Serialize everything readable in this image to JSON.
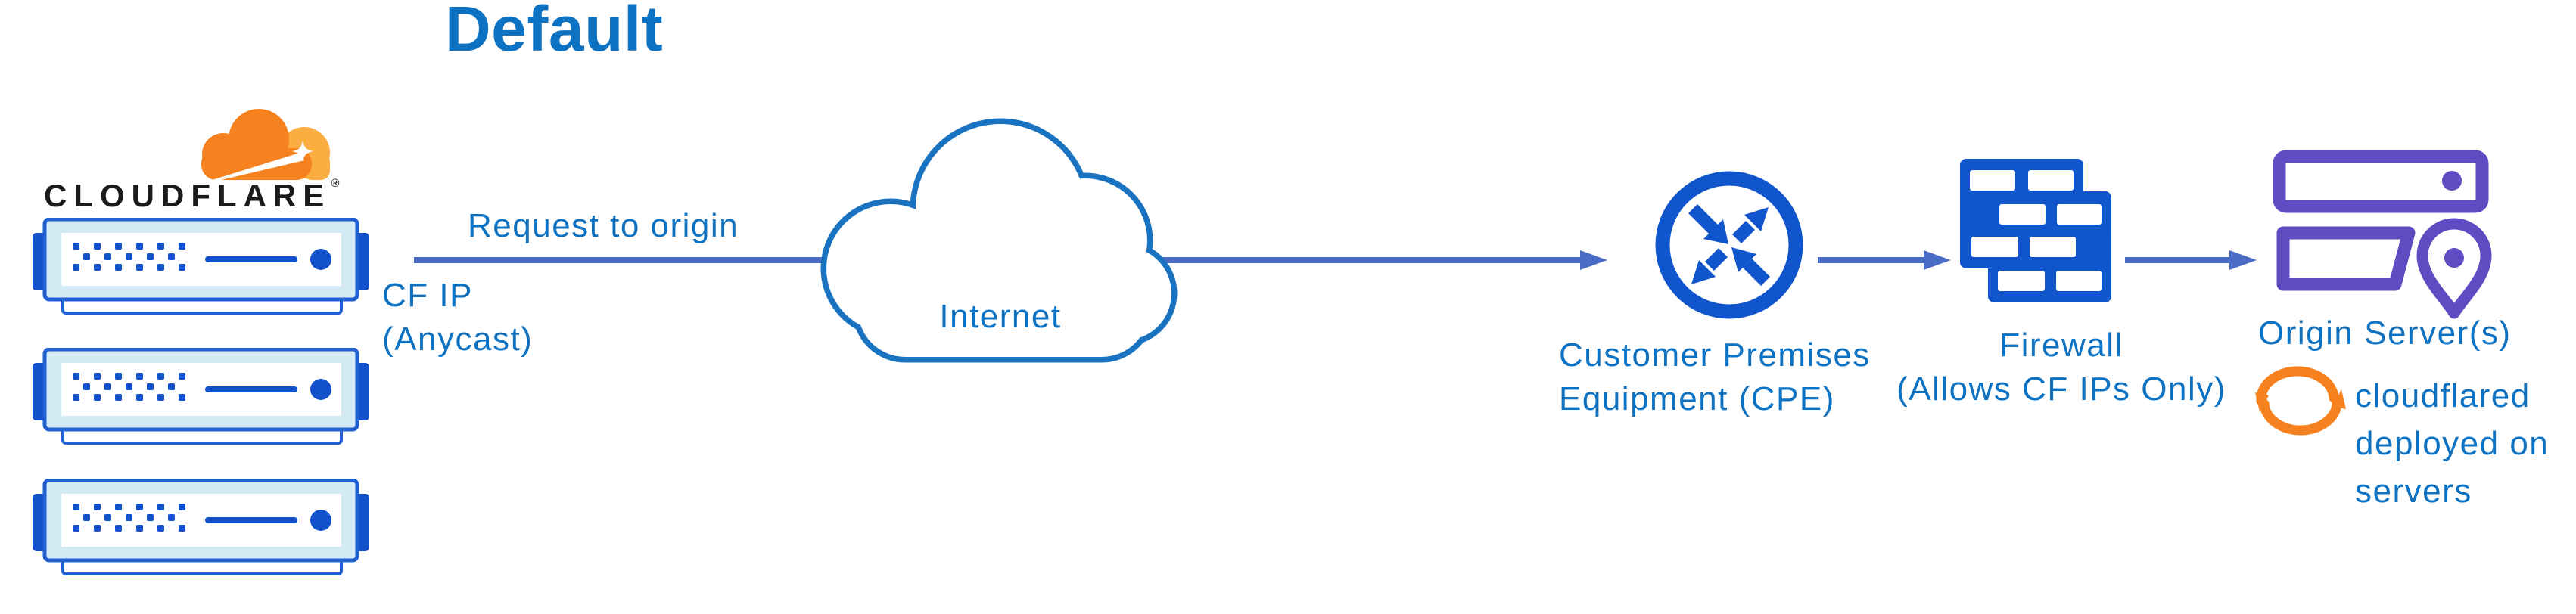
{
  "diagram": {
    "title": "Default",
    "brand": {
      "wordmark": "CLOUDFLARE",
      "registered_mark": "®"
    },
    "flow": {
      "request_label": "Request to origin",
      "cf_ip_label": "CF IP\n(Anycast)",
      "internet_label": "Internet",
      "cpe_label": "Customer Premises\nEquipment (CPE)",
      "firewall_label": "Firewall\n(Allows CF IPs Only)",
      "origin_label": "Origin Server(s)",
      "cloudflared_note": "cloudflared\ndeployed on\nservers"
    },
    "icons": {
      "cloudflare_logo": "cloudflare-cloud-logo",
      "edge_server": "server-unit",
      "internet": "cloud-outline",
      "cpe": "router-circle-arrows",
      "firewall": "brick-wall",
      "origin": "stacked-servers-with-location-pin",
      "cloudflared": "sync-arrows-cycle",
      "connector": "right-arrow"
    },
    "colors": {
      "text_blue": "#0e72c2",
      "connector_blue": "#4a6cc4",
      "icon_blue": "#1155cc",
      "cloud_outline_blue": "#1a73c1",
      "server_border_blue": "#2161d2",
      "server_accent_blue": "#1250cc",
      "server_panel_light": "#d4eaf4",
      "origin_purple": "#5e4cc3",
      "cloudflare_orange": "#f6821f",
      "cloudflare_orange_light": "#fbad41",
      "wordmark_black": "#1b1b1b",
      "background": "#ffffff"
    }
  }
}
